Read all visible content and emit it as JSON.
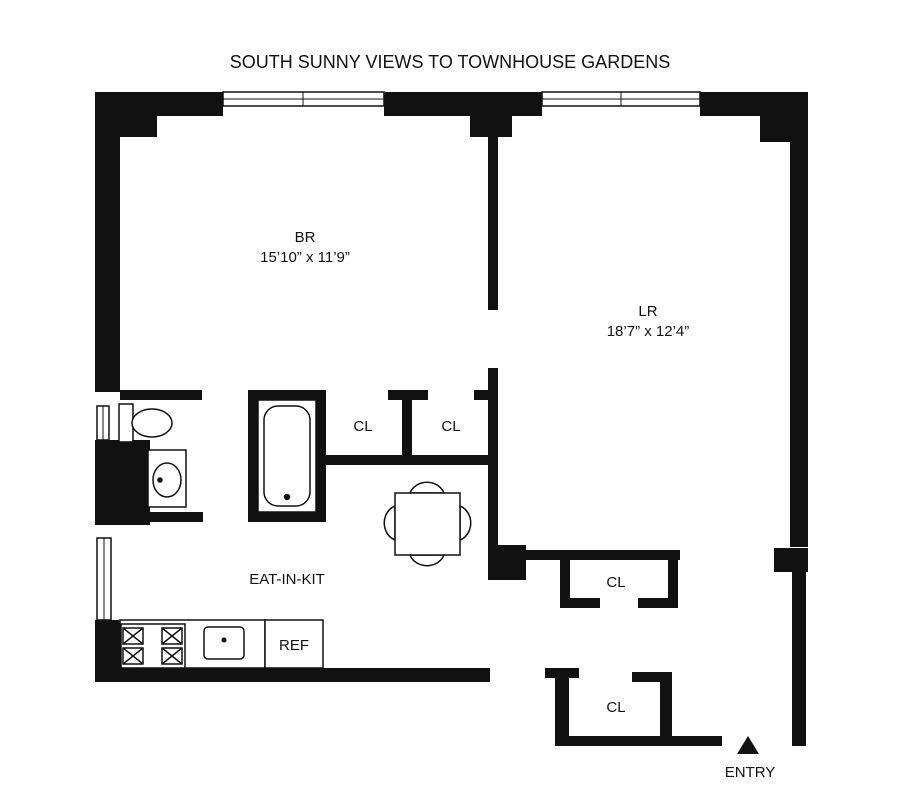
{
  "title": "SOUTH SUNNY VIEWS TO TOWNHOUSE GARDENS",
  "rooms": {
    "bedroom": {
      "name": "BR",
      "dims": "15’10” x 11’9”"
    },
    "living_room": {
      "name": "LR",
      "dims": "18’7” x 12’4”"
    },
    "kitchen": {
      "name": "EAT-IN-KIT"
    }
  },
  "closets": {
    "hall_left": "CL",
    "hall_right": "CL",
    "lr_closet": "CL",
    "entry_closet": "CL"
  },
  "appliances": {
    "refrigerator": "REF"
  },
  "entry": {
    "label": "ENTRY"
  },
  "colors": {
    "wall": "#111111",
    "background": "#ffffff"
  }
}
